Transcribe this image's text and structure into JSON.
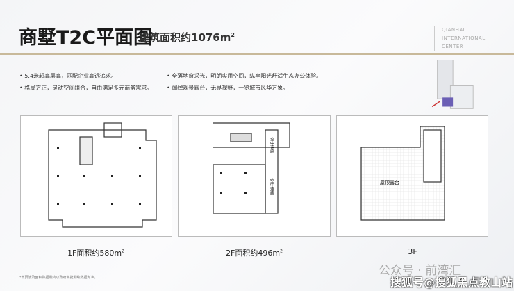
{
  "header": {
    "title": "商墅T2C平面图",
    "subtitle": "建筑面积约1076m",
    "subtitle_sup": "2",
    "brand": [
      "QIANHAI",
      "INTERNATIONAL",
      "CENTER"
    ]
  },
  "bullets": {
    "left": [
      "• 5.4米超高层高，匹配企业高远追求。",
      "• 格局方正，灵动空间组合，自由满足多元商务需求。"
    ],
    "right": [
      "• 全落地窗采光，明朗实用空间，纵享阳光舒适生态办公体验。",
      "• 阔绰观景露台，无界视野，一览城市风华万象。"
    ]
  },
  "plans": [
    {
      "caption": "1F面积约580m",
      "sup": "2"
    },
    {
      "caption": "2F面积约496m",
      "sup": "2",
      "labels": [
        "空中连廊",
        "空中连廊"
      ]
    },
    {
      "caption": "3F",
      "sup": "",
      "labels": [
        "屋顶露台"
      ]
    }
  ],
  "footnote": "*本页涉及面积数据最终以政府审批测绘数据为准。",
  "watermark": {
    "line1": "公众号 · 前湾汇",
    "line2": "搜狐号@搜狐黑点教山站"
  }
}
